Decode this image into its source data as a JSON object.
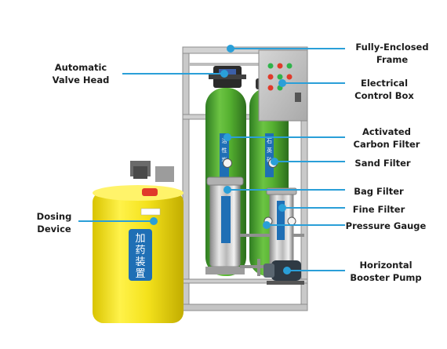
{
  "accent_color": "#2a9fd8",
  "labels": {
    "frame": [
      "Fully-Enclosed",
      "Frame"
    ],
    "valve": [
      "Automatic",
      "Valve Head"
    ],
    "control_box": [
      "Electrical",
      "Control Box"
    ],
    "carbon": [
      "Activated",
      "Carbon Filter"
    ],
    "sand": [
      "Sand Filter"
    ],
    "bag": [
      "Bag Filter"
    ],
    "fine": [
      "Fine Filter"
    ],
    "gauge": [
      "Pressure Gauge"
    ],
    "dosing": [
      "Dosing",
      "Device"
    ],
    "pump": [
      "Horizontal",
      "Booster Pump"
    ]
  },
  "tank_text": [
    "加",
    "药",
    "装",
    "置"
  ]
}
